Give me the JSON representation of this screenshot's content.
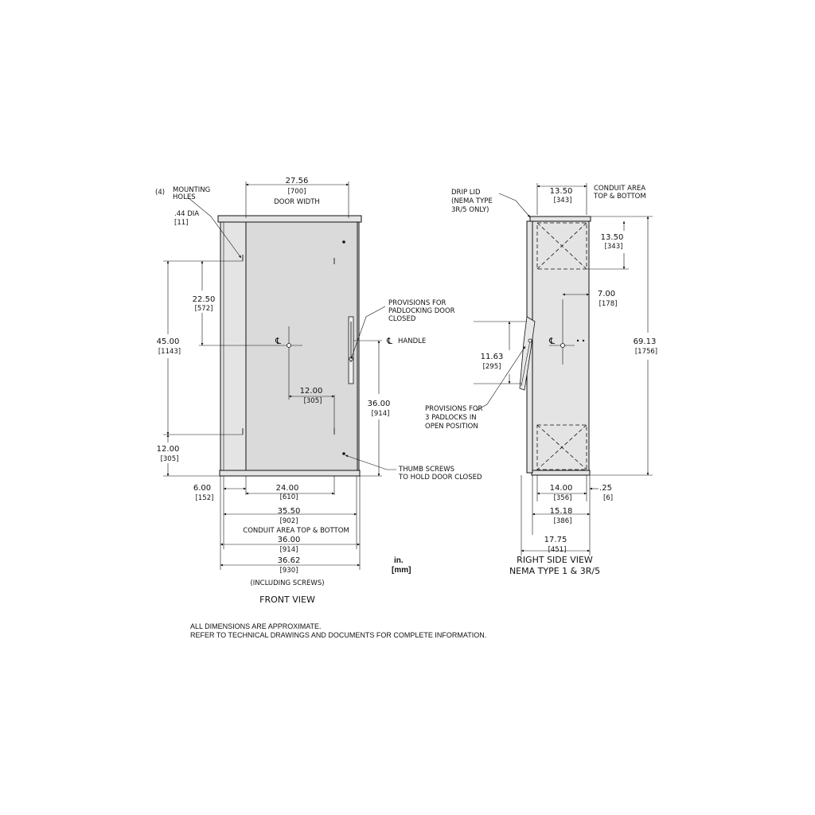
{
  "front_view": {
    "title": "FRONT VIEW",
    "mounting_holes": "(4) MOUNTING HOLES",
    "hole_dia": ".44 DIA",
    "hole_dia_mm": "[11]",
    "door_width_val": "27.56",
    "door_width_mm": "[700]",
    "door_width_label": "DOOR WIDTH",
    "dim_2250": "22.50",
    "dim_2250_mm": "[572]",
    "dim_4500": "45.00",
    "dim_4500_mm": "[1143]",
    "dim_1200_h": "12.00",
    "dim_1200_h_mm": "[305]",
    "dim_1200_v": "12.00",
    "dim_1200_v_mm": "[305]",
    "dim_3600_v": "36.00",
    "dim_3600_v_mm": "[914]",
    "dim_600": "6.00",
    "dim_600_mm": "[152]",
    "dim_2400": "24.00",
    "dim_2400_mm": "[610]",
    "dim_3550": "35.50",
    "dim_3550_mm": "[902]",
    "conduit_label": "CONDUIT AREA TOP & BOTTOM",
    "dim_3600_h": "36.00",
    "dim_3600_h_mm": "[914]",
    "dim_3662": "36.62",
    "dim_3662_mm": "[930]",
    "including_screws": "(INCLUDING SCREWS)",
    "padlock_1": "PROVISIONS FOR",
    "padlock_2": "PADLOCKING DOOR",
    "padlock_3": "CLOSED",
    "handle_label": "HANDLE",
    "thumb_1": "THUMB SCREWS",
    "thumb_2": "TO HOLD DOOR CLOSED",
    "cl_symbol": "℄"
  },
  "side_view": {
    "title_1": "RIGHT SIDE VIEW",
    "title_2": "NEMA TYPE 1 & 3R/5",
    "drip_1": "DRIP LID",
    "drip_2": "(NEMA TYPE",
    "drip_3": "3R/5 ONLY)",
    "dim_1350_top": "13.50",
    "dim_1350_top_mm": "[343]",
    "conduit_1": "CONDUIT AREA",
    "conduit_2": "TOP & BOTTOM",
    "dim_1350_v": "13.50",
    "dim_1350_v_mm": "[343]",
    "dim_700": "7.00",
    "dim_700_mm": "[178]",
    "dim_6913": "69.13",
    "dim_6913_mm": "[1756]",
    "dim_1163": "11.63",
    "dim_1163_mm": "[295]",
    "padlocks_1": "PROVISIONS FOR",
    "padlocks_2": "3 PADLOCKS IN",
    "padlocks_3": "OPEN POSITION",
    "dim_1400": "14.00",
    "dim_1400_mm": "[356]",
    "dim_025": ".25",
    "dim_025_mm": "[6]",
    "dim_1518": "15.18",
    "dim_1518_mm": "[386]",
    "dim_1775": "17.75",
    "dim_1775_mm": "[451]",
    "cl_symbol": "℄"
  },
  "units": {
    "in": "in.",
    "mm": "[mm]"
  },
  "notes": {
    "line_1": "ALL DIMENSIONS ARE APPROXIMATE.",
    "line_2": "REFER TO TECHNICAL DRAWINGS AND DOCUMENTS FOR COMPLETE INFORMATION."
  }
}
